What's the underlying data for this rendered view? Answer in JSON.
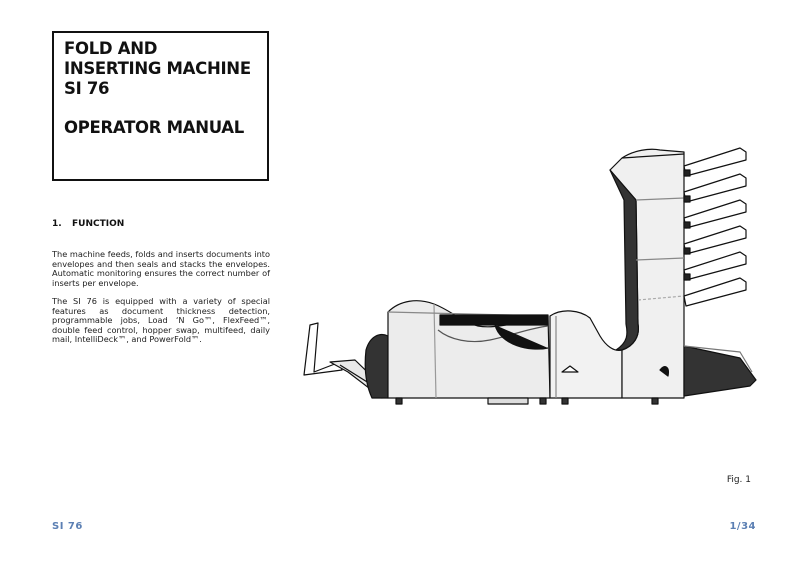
{
  "title_box": {
    "lines": [
      "FOLD AND",
      "INSERTING MACHINE",
      "SI 76"
    ],
    "subtitle": "OPERATOR MANUAL"
  },
  "section": {
    "number": "1.",
    "heading": "FUNCTION",
    "paragraphs": [
      "The machine feeds, folds and inserts documents into envelopes and then seals and stacks the envelopes. Automatic monitoring ensures the correct number of inserts per envelope.",
      "The SI 76 is equipped with a variety of special features as document thickness detection, programmable jobs, Load ‘N Go™, FlexFeed™, double feed control, hopper swap, multifeed, daily mail, IntelliDeck™, and PowerFold™."
    ]
  },
  "figure": {
    "caption": "Fig. 1",
    "icon": "fold-inserting-machine-illustration"
  },
  "footer": {
    "left": "SI 76",
    "right": "1/34"
  },
  "colors": {
    "footer_accent": "#5b7fb3"
  }
}
